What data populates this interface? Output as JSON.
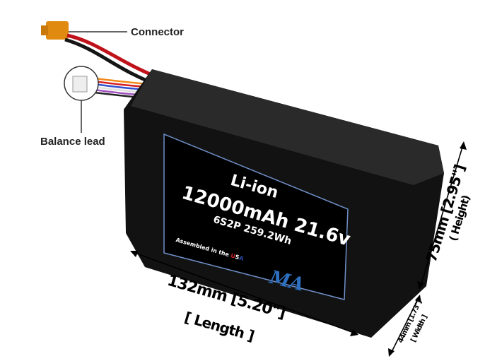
{
  "callouts": {
    "connector": "Connector",
    "balance_lead": "Balance lead"
  },
  "label": {
    "chemistry": "Li-ion",
    "capacity_voltage": "12000mAh 21.6v",
    "config_energy": "6S2P 259.2Wh",
    "assembled": "Assembled in the ",
    "usa": [
      "U",
      "S",
      "A"
    ],
    "logo": "MA"
  },
  "dimensions": {
    "length": "132mm [5.20\"]",
    "length_caption": "[ Length ]",
    "height": "75mm [2.95\"]",
    "height_caption": "( Height)",
    "width": "44mm [1.73\"]",
    "width_caption": "[ Width ]"
  },
  "colors": {
    "battery": "#111111",
    "label_border": "#6f8fc8",
    "logo": "#2d6fc0",
    "usa_red": "#d0202a",
    "usa_blue": "#2a4fb0"
  }
}
